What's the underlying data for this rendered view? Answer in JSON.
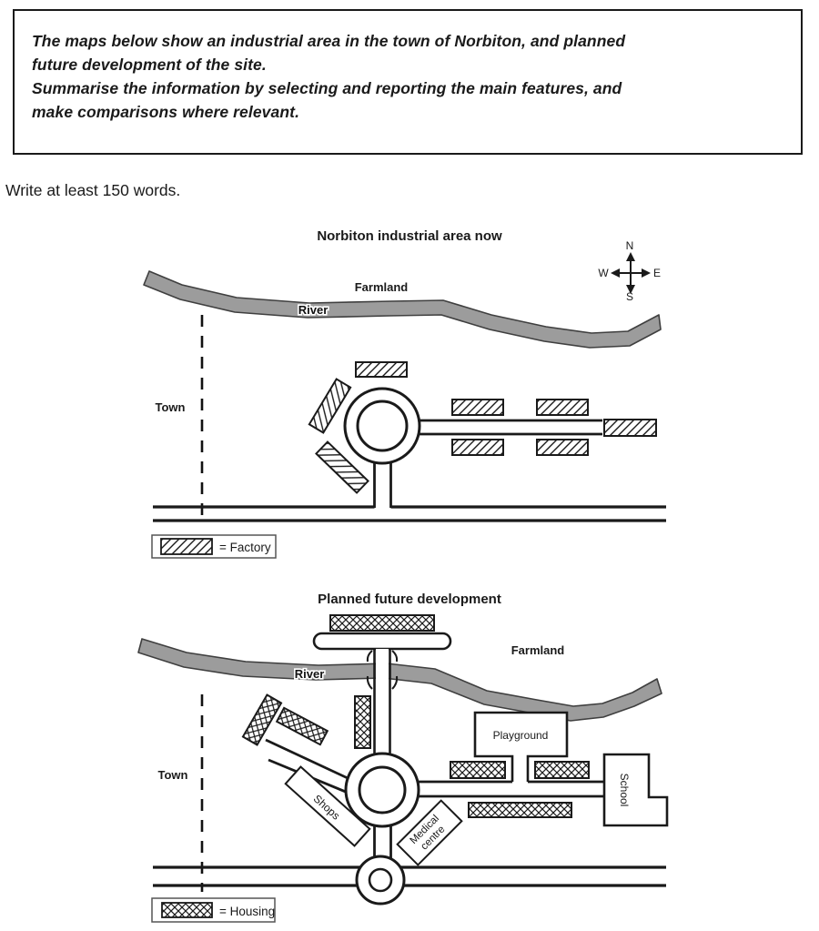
{
  "task_box": {
    "line1": "The maps below show an industrial area in the town of Norbiton, and planned",
    "line2": "future development of the site.",
    "line3": "Summarise the information by selecting and reporting the main features, and",
    "line4": "make comparisons where relevant."
  },
  "note": "Write at least 150 words.",
  "map_now": {
    "title": "Norbiton industrial area now",
    "farmland": "Farmland",
    "river": "River",
    "town": "Town",
    "compass": {
      "n": "N",
      "w": "W",
      "e": "E",
      "s": "S"
    },
    "legend": "= Factory"
  },
  "map_future": {
    "title": "Planned future development",
    "farmland": "Farmland",
    "river": "River",
    "town": "Town",
    "playground": "Playground",
    "school": "School",
    "shops": "Shops",
    "medical_line1": "Medical",
    "medical_line2": "centre",
    "legend": "= Housing"
  },
  "colors": {
    "ink": "#1a1a1a",
    "river_fill": "#9c9c9c",
    "river_edge": "#3f3f3f"
  }
}
